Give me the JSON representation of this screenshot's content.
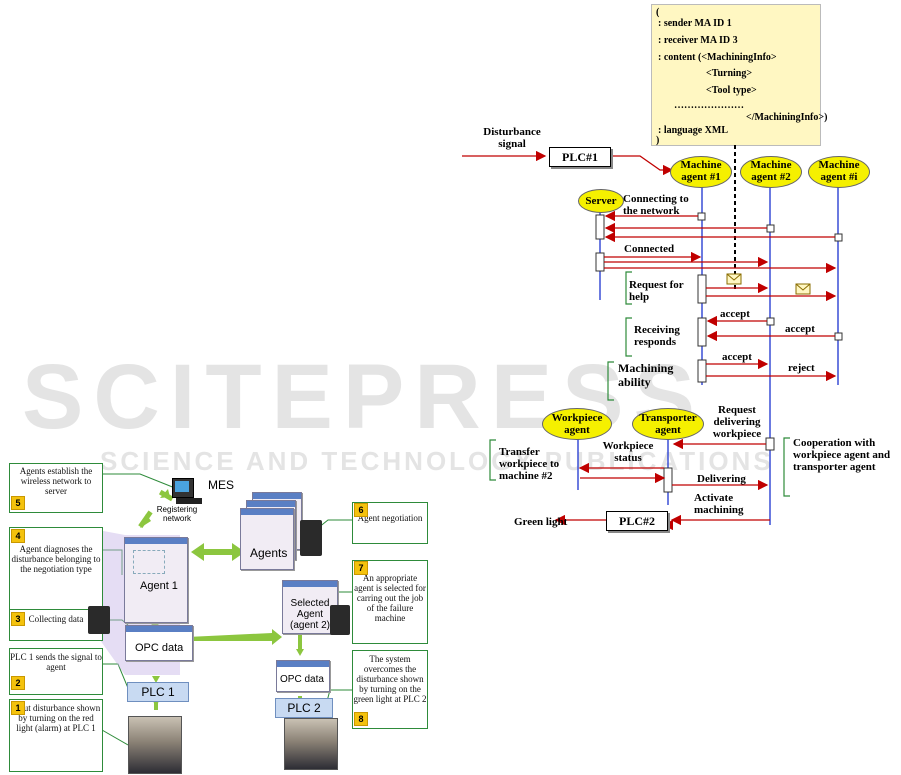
{
  "watermark": {
    "main": "SCITEPRESS",
    "sub": "SCIENCE AND TECHNOLOGY PUBLICATIONS"
  },
  "left": {
    "steps": [
      {
        "num": "5",
        "text": "Agents establish the wireless network to server"
      },
      {
        "num": "4",
        "text": "Agent diagnoses the disturbance belonging to the negotiation type"
      },
      {
        "num": "3",
        "text": "Collecting data"
      },
      {
        "num": "2",
        "text": "PLC 1 sends the signal to agent"
      },
      {
        "num": "1",
        "text": "Input disturbance shown by turning on the red light (alarm) at PLC 1"
      },
      {
        "num": "6",
        "text": "Agent negotiation"
      },
      {
        "num": "7",
        "text": "An appropriate agent is selected for carring out the job of the failure machine"
      },
      {
        "num": "8",
        "text": "The system overcomes the disturbance shown by turning on the green light at PLC 2"
      }
    ],
    "mes": "MES",
    "registering": "Registering network",
    "agent1": "Agent 1",
    "agents": "Agents",
    "opc1": "OPC data",
    "opc2": "OPC data",
    "selected_agent": "Selected Agent (agent 2)",
    "plc1": "PLC 1",
    "plc2": "PLC 2"
  },
  "message": {
    "open": "(",
    "l1": ": sender MA ID 1",
    "l2": ": receiver MA ID 3",
    "l3": ": content (<MachiningInfo>",
    "l4": "<Turning>",
    "l5": "<Tool type>",
    "l6": "…………………",
    "l7": "</MachiningInfo>)",
    "l8": ": language XML",
    "close": ")"
  },
  "seq": {
    "disturbance": "Disturbance signal",
    "plc1": "PLC#1",
    "plc2": "PLC#2",
    "ma1": "Machine agent #1",
    "ma2": "Machine agent #2",
    "mai": "Machine agent #i",
    "server": "Server",
    "connecting": "Connecting to the network",
    "connected": "Connected",
    "request_help": "Request for help",
    "accept1": "accept",
    "accept2": "accept",
    "receiving": "Receiving responds",
    "machining_ability": "Machining ability",
    "accept3": "accept",
    "reject": "reject",
    "workpiece_agent": "Workpiece agent",
    "transporter_agent": "Transporter agent",
    "request_delivering": "Request delivering workpiece",
    "workpiece_status": "Workpiece status",
    "transfer": "Transfer workpiece to machine #2",
    "delivering": "Delivering",
    "cooperation": "Cooperation with workpiece agent and transporter agent",
    "activate": "Activate machining",
    "green": "Green light"
  },
  "colors": {
    "arrow_red": "#c00000",
    "lifeline_blue": "#3a4fd6",
    "agent_yellow": "#f5f000",
    "green": "#8cc63f"
  }
}
